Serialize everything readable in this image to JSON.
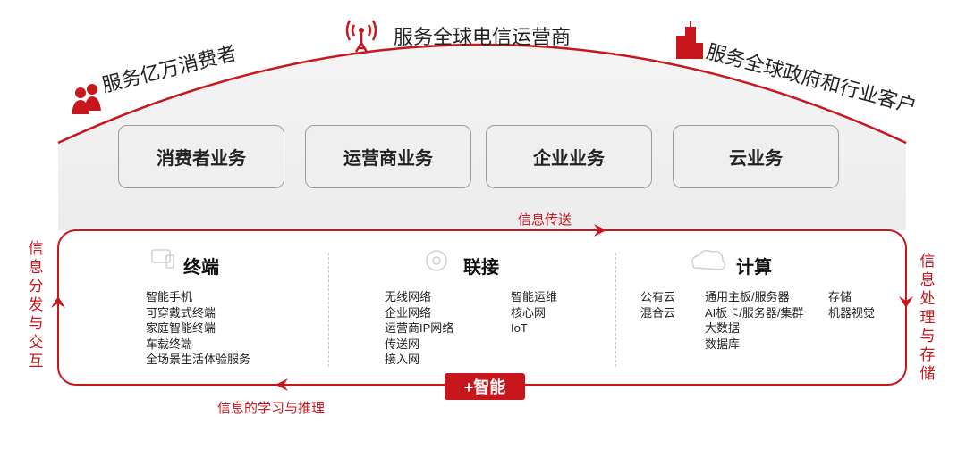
{
  "top": {
    "consumer_label": "服务亿万消费者",
    "carrier_label": "服务全球电信运营商",
    "gov_label": "服务全球政府和行业客户",
    "icons": {
      "consumer": "people-icon",
      "carrier": "antenna-icon",
      "gov": "building-icon"
    }
  },
  "business": [
    {
      "label": "消费者业务"
    },
    {
      "label": "运营商业务"
    },
    {
      "label": "企业业务"
    },
    {
      "label": "云业务"
    }
  ],
  "flows": {
    "transfer": "信息传送",
    "learning": "信息的学习与推理",
    "left_vertical": [
      "信",
      "息",
      "分",
      "发",
      "与",
      "交",
      "互"
    ],
    "right_vertical": [
      "信",
      "息",
      "处",
      "理",
      "与",
      "存",
      "储"
    ]
  },
  "sections": {
    "terminal": {
      "title": "终端",
      "items": [
        "智能手机",
        "可穿戴式终端",
        "家庭智能终端",
        "车载终端",
        "全场景生活体验服务"
      ]
    },
    "connect": {
      "title": "联接",
      "col1": [
        "无线网络",
        "企业网络",
        "运营商IP网络",
        "传送网",
        "接入网"
      ],
      "col2": [
        "智能运维",
        "核心网",
        "IoT"
      ]
    },
    "compute": {
      "title": "计算",
      "col1": [
        "公有云",
        "混合云"
      ],
      "col2": [
        "通用主板/服务器",
        "AI板卡/服务器/集群",
        "大数据",
        "数据库"
      ],
      "col3": [
        "存储",
        "机器视觉"
      ]
    }
  },
  "badge": "+智能",
  "colors": {
    "accent": "#c8161d",
    "box_bg": "#efefef",
    "band_bg": "#f2f2f2"
  }
}
